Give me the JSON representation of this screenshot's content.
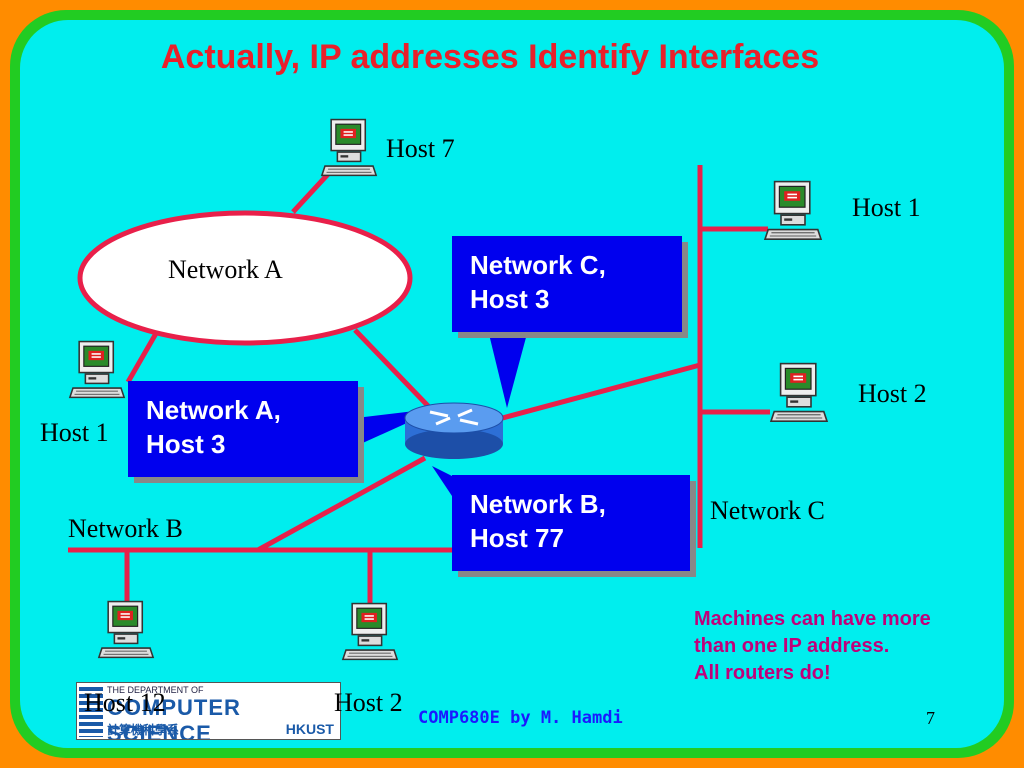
{
  "title": "Actually, IP addresses Identify Interfaces",
  "labels": {
    "host7": "Host 7",
    "host1_right": "Host 1",
    "host2_right": "Host 2",
    "network_a": "Network A",
    "host1_left": "Host 1",
    "network_b": "Network B",
    "network_c": "Network C",
    "host12": "Host 12",
    "host2_bottom": "Host 2"
  },
  "callouts": {
    "netC": [
      "Network C,",
      "Host 3"
    ],
    "netA": [
      "Network A,",
      "Host 3"
    ],
    "netB": [
      "Network B,",
      "Host 77"
    ]
  },
  "note": [
    "Machines can have more",
    "than one IP address.",
    "All routers do!"
  ],
  "footer": "COMP680E by M. Hamdi",
  "page_number": "7",
  "logo": {
    "line1": "THE DEPARTMENT OF",
    "line2": "COMPUTER SCIENCE",
    "line3": "計算機科學系",
    "line4": "HKUST"
  },
  "colors": {
    "background": "#ff8c00",
    "frame_outer": "#22cc22",
    "panel": "#00eeee",
    "link": "#e8204a",
    "callout": "#0000ee",
    "title": "#e8202a",
    "note": "#c0007a"
  }
}
